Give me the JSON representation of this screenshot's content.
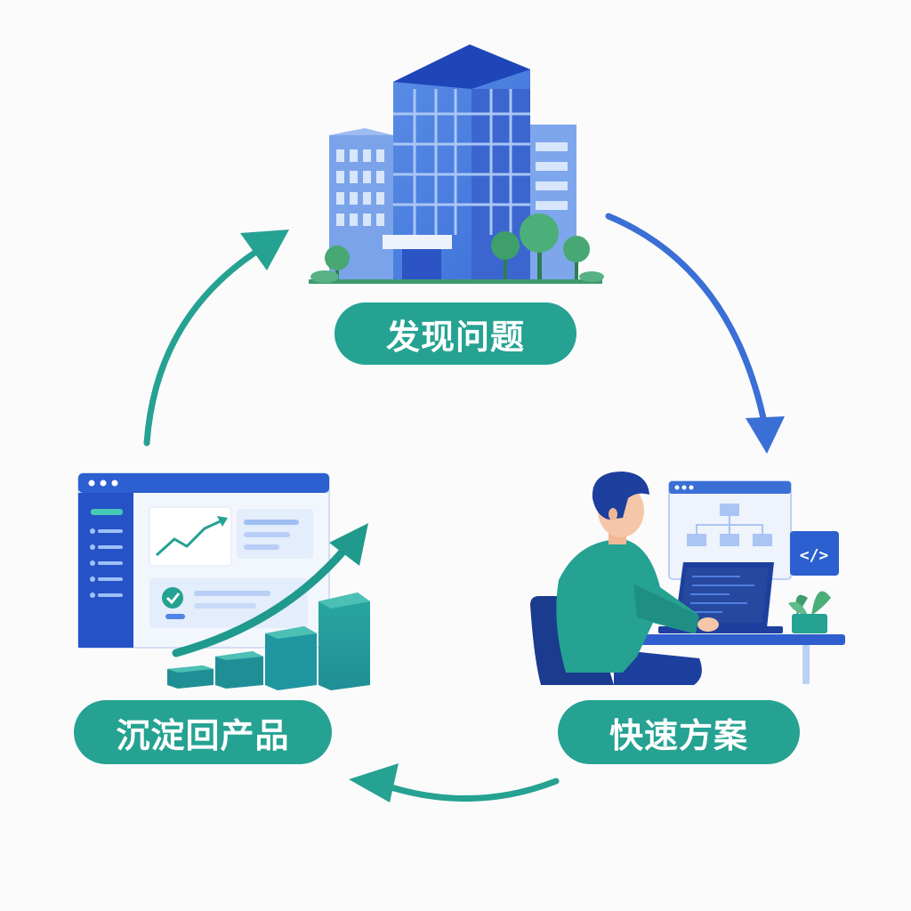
{
  "steps": {
    "discover": {
      "label": "发现问题",
      "icon": "office-building-icon"
    },
    "solution": {
      "label": "快速方案",
      "icon": "developer-at-laptop-icon"
    },
    "product": {
      "label": "沉淀回产品",
      "icon": "dashboard-growth-chart-icon"
    }
  },
  "colors": {
    "teal": "#25a292",
    "blue": "#3a6fd6",
    "navy": "#1d3f9e",
    "background": "#fbfbfb"
  },
  "code_badge": "</>"
}
